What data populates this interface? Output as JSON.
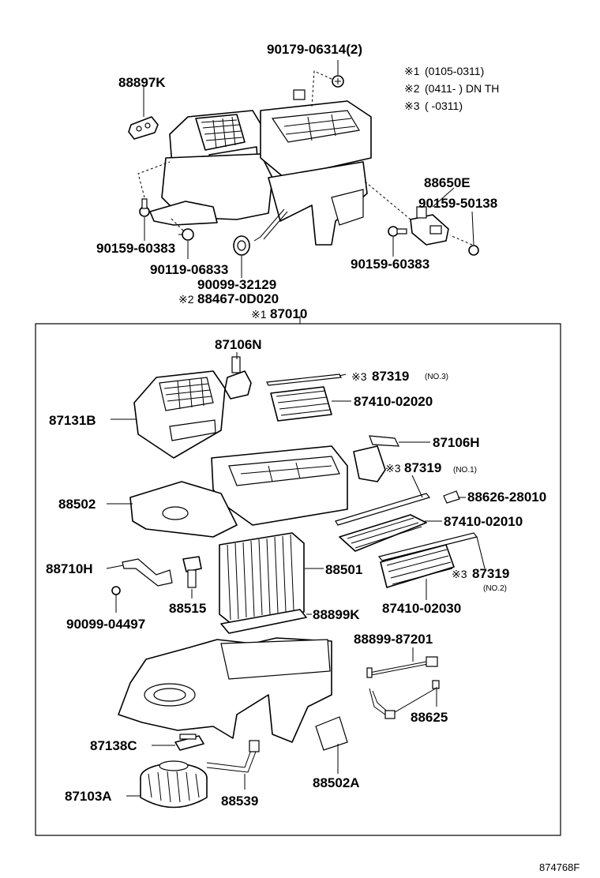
{
  "top": {
    "bolt_90179": "90179-06314(2)",
    "grommet_88897K": "88897K",
    "p_88650E": "88650E",
    "screw_90159_50138": "90159-50138",
    "screw_90159_60383_left": "90159-60383",
    "screw_90159_60383_right": "90159-60383",
    "bolt_90119": "90119-06833",
    "p_90099_32129": "90099-32129",
    "p_88467_prefix": "※2",
    "p_88467": "88467-0D020",
    "assy_prefix": "※1",
    "assy_87010": "87010"
  },
  "notes": [
    {
      "mark": "※1",
      "text": "(0105-0311)"
    },
    {
      "mark": "※2",
      "text": "(0411-      ) DN TH"
    },
    {
      "mark": "※3",
      "text": "(      -0311)"
    }
  ],
  "box": {
    "p_87106N": "87106N",
    "p_87319_no3_prefix": "※3",
    "p_87319_no3": "87319",
    "p_87319_no3_suffix": "(NO.3)",
    "p_87410_02020": "87410-02020",
    "p_87131B": "87131B",
    "p_87106H": "87106H",
    "p_87319_no1_prefix": "※3",
    "p_87319_no1": "87319",
    "p_87319_no1_suffix": "(NO.1)",
    "p_88502": "88502",
    "p_88626_28010": "88626-28010",
    "p_87410_02010": "87410-02010",
    "p_88710H": "88710H",
    "p_88501": "88501",
    "p_87319_no2_prefix": "※3",
    "p_87319_no2": "87319",
    "p_87319_no2_suffix": "(NO.2)",
    "p_90099_04497": "90099-04497",
    "p_88515": "88515",
    "p_88899K": "88899K",
    "p_87410_02030": "87410-02030",
    "p_88899_87201": "88899-87201",
    "p_88625": "88625",
    "p_87138C": "87138C",
    "p_87103A": "87103A",
    "p_88539": "88539",
    "p_88502A": "88502A"
  },
  "diagram_id": "874768F"
}
